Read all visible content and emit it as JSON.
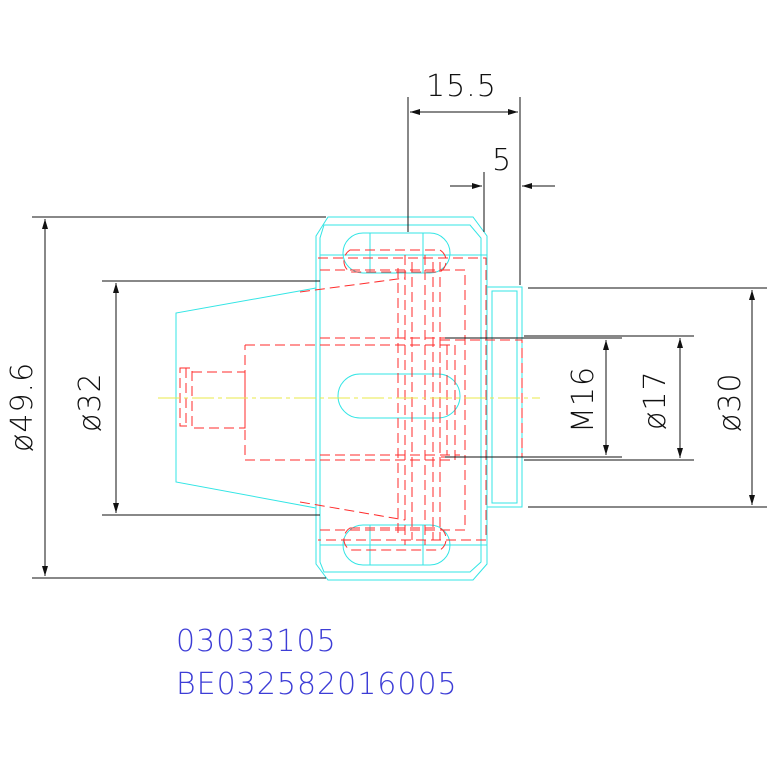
{
  "colors": {
    "outline": "#33e5e5",
    "hidden": "#ff2b2b",
    "centerline": "#e8e84a",
    "dimension": "#111111",
    "part_text": "#3d3dd6"
  },
  "dimensions": {
    "top_length": "15.5",
    "top_offset": "5",
    "outer_diameter": "ø49.6",
    "cone_diameter": "ø32",
    "thread": "M16",
    "bore_diameter": "ø17",
    "spigot_diameter": "ø30"
  },
  "part_numbers": {
    "line1": "03033105",
    "line2": "BE032582016005"
  }
}
